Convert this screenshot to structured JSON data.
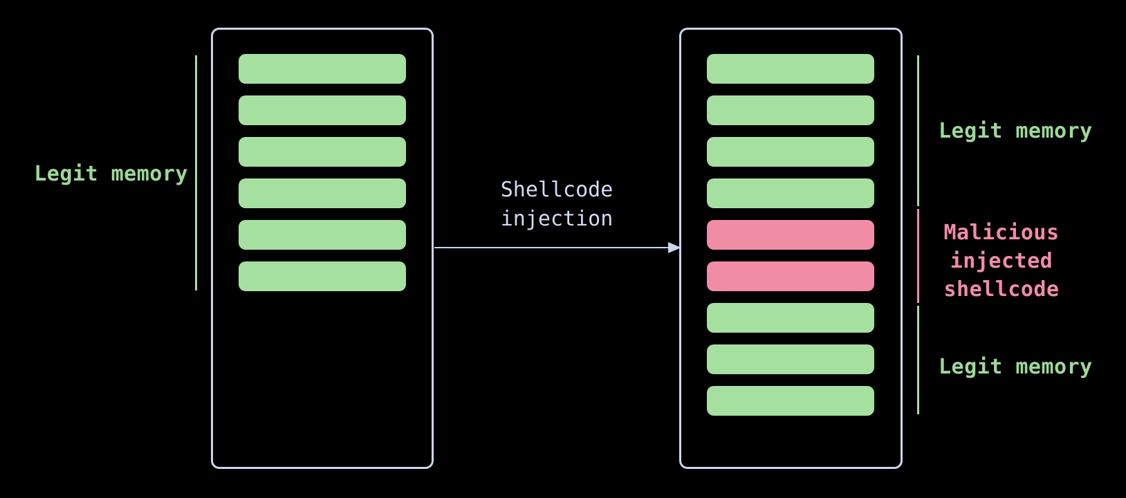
{
  "colors": {
    "background": "#000000",
    "legit_green_block": "#a6e0a0",
    "legit_green_text": "#9dd998",
    "malicious_pink": "#f18ca6",
    "outline_lavender": "#ccd5ee",
    "arrow_label_lavender": "#d3daf3"
  },
  "left_panel": {
    "label": "Legit memory",
    "bars": [
      "green",
      "green",
      "green",
      "green",
      "green",
      "green"
    ]
  },
  "arrow": {
    "label_line1": "Shellcode",
    "label_line2": "injection"
  },
  "right_panel": {
    "top_label": "Legit memory",
    "middle_label_lines": [
      "Malicious",
      "injected",
      "shellcode"
    ],
    "bottom_label": "Legit memory",
    "bars": [
      "green",
      "green",
      "green",
      "green",
      "pink",
      "pink",
      "green",
      "green",
      "green"
    ]
  }
}
